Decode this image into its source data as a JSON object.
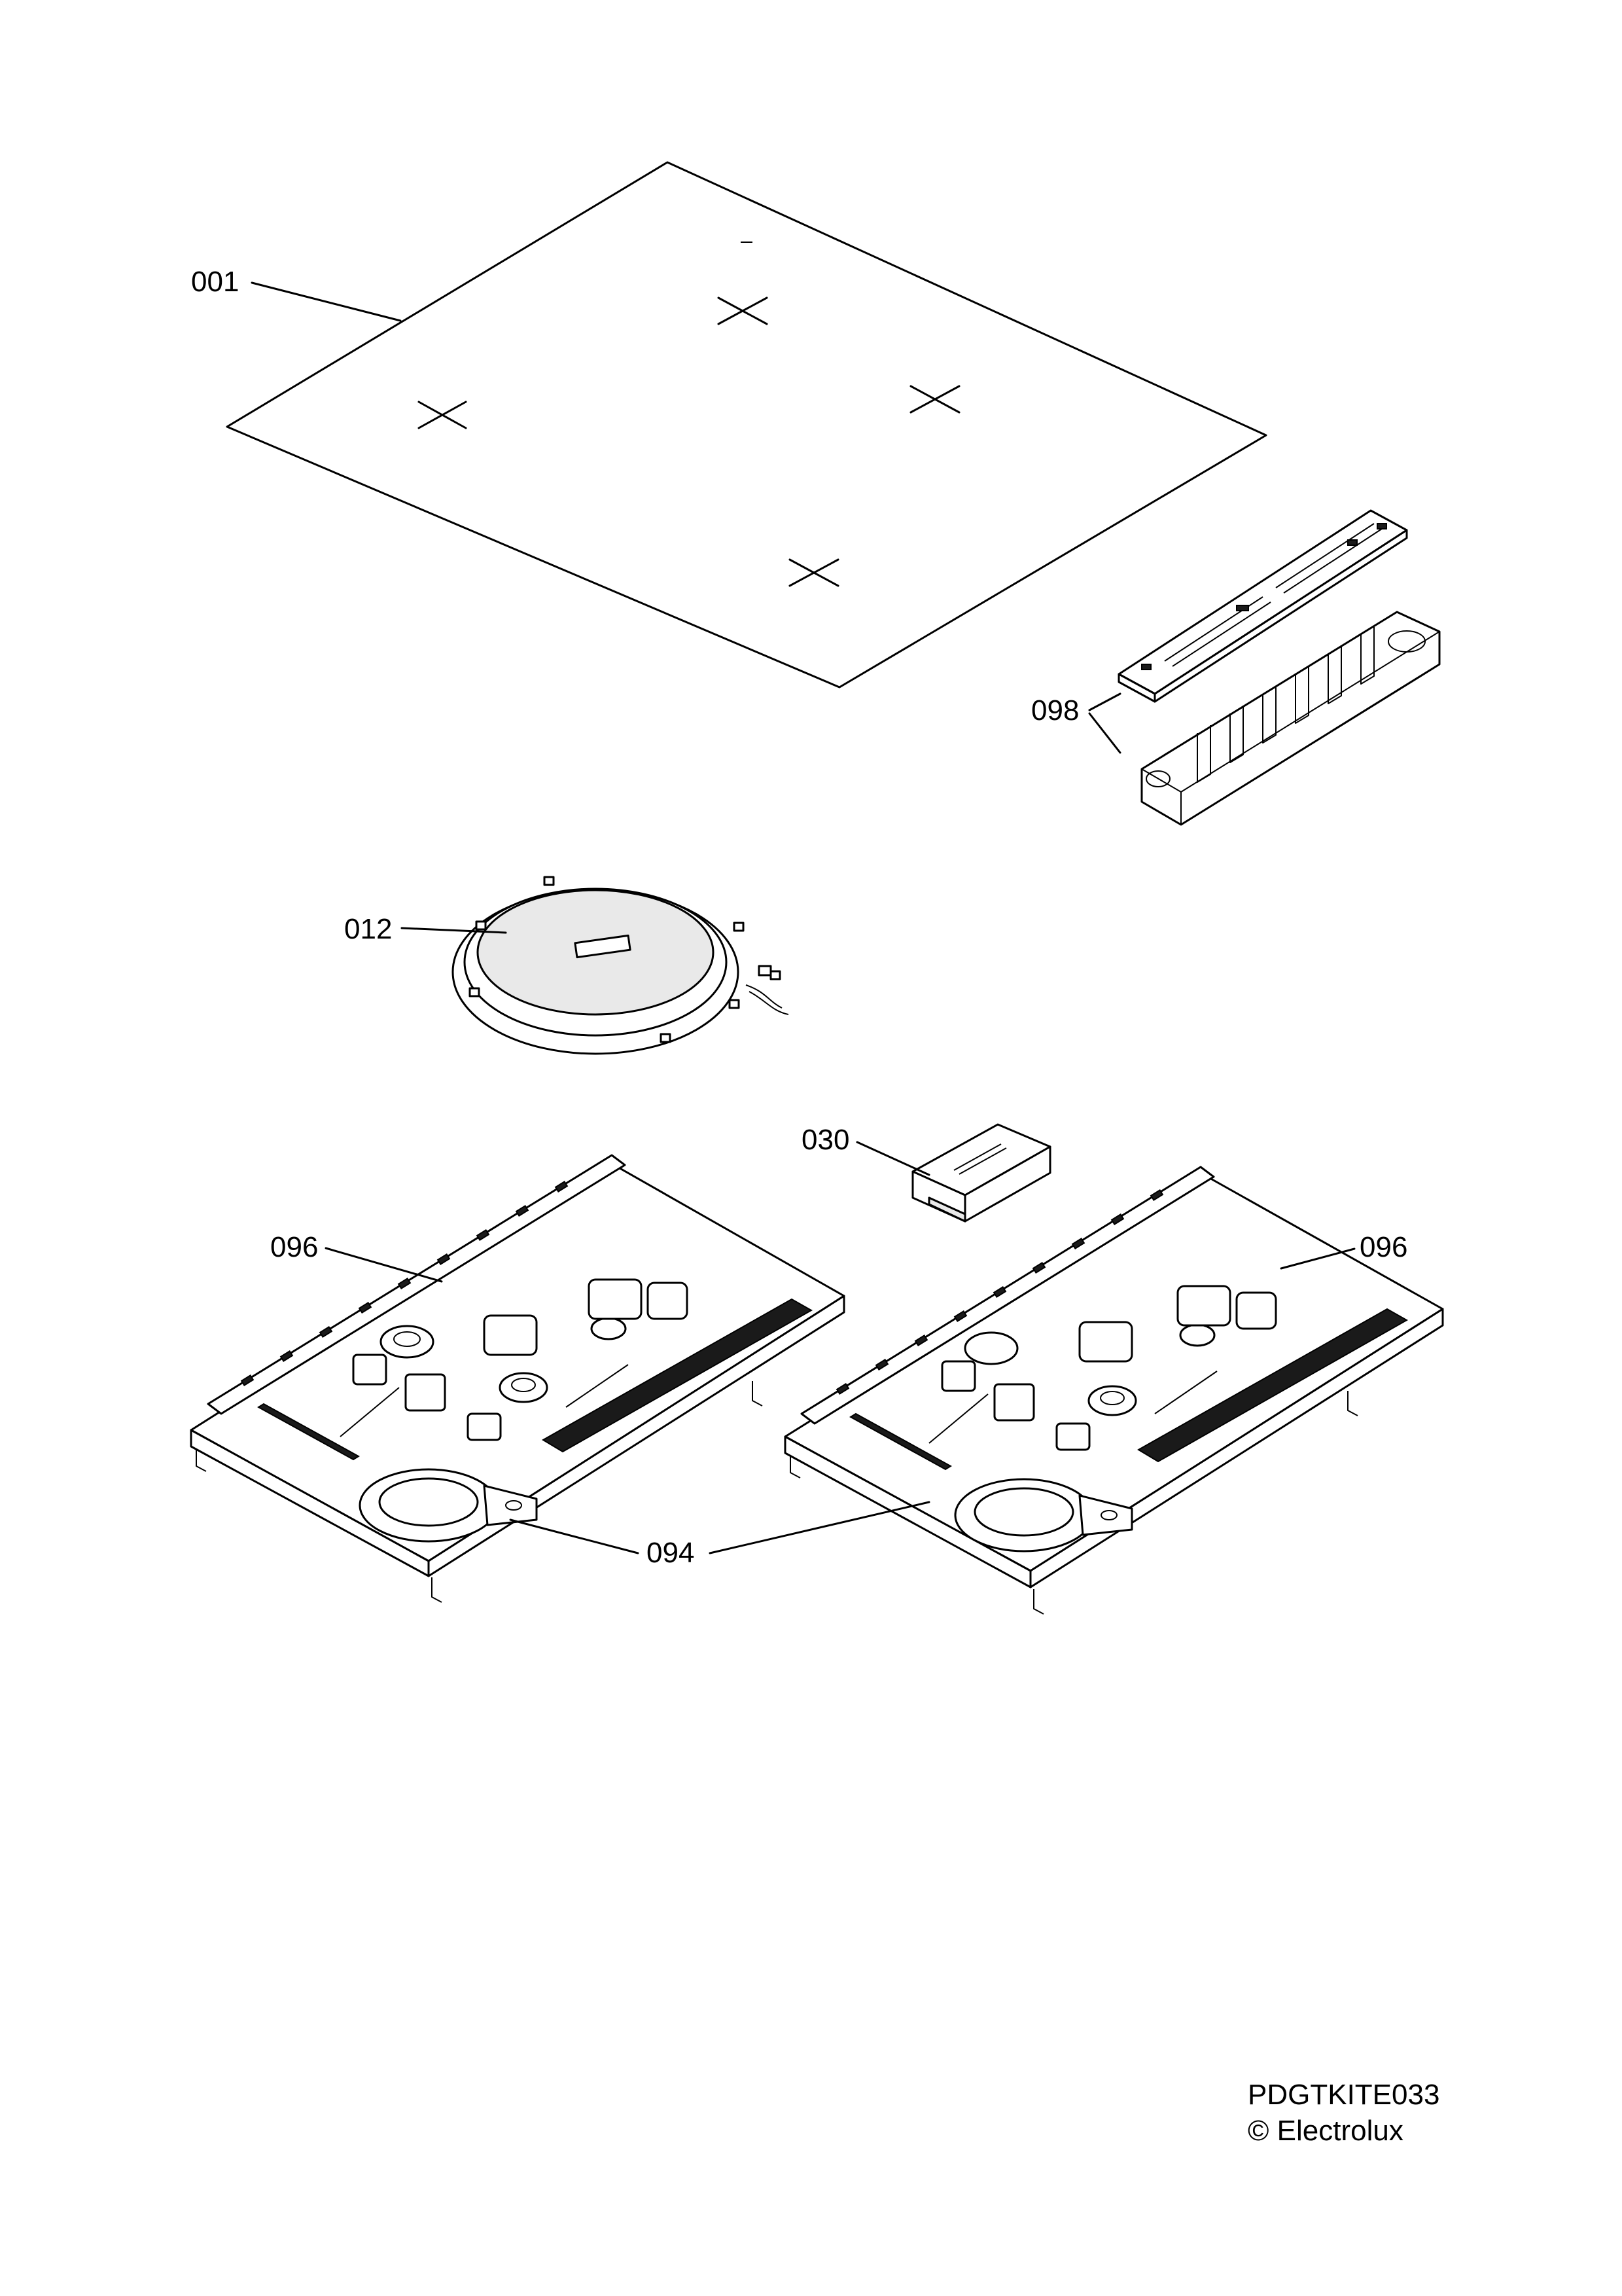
{
  "labels": {
    "part_001": "001",
    "part_098": "098",
    "part_012": "012",
    "part_030": "030",
    "part_096_left": "096",
    "part_096_right": "096",
    "part_094": "094"
  },
  "footer": {
    "code": "PDGTKITE033",
    "copyright": "© Electrolux"
  }
}
